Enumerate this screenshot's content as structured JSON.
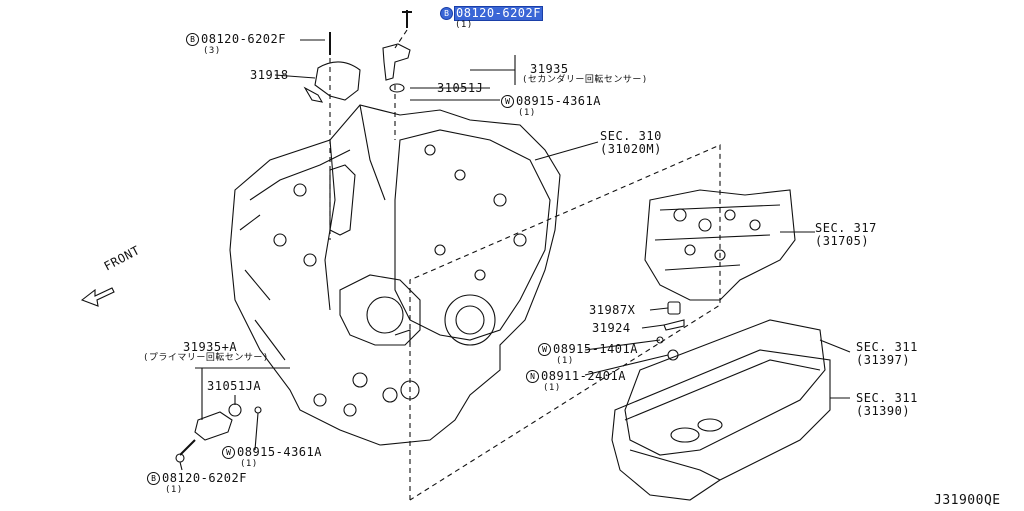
{
  "parts": {
    "bolt_top_highlight": {
      "prefix": "B",
      "number": "08120-6202F",
      "qty": "(1)"
    },
    "bolt_top_left": {
      "prefix": "B",
      "number": "08120-6202F",
      "qty": "(3)"
    },
    "p31918": "31918",
    "p31935": "31935",
    "p31935_desc": "(セカンダリー回転センサー)",
    "p31051J": "31051J",
    "washer_top": {
      "prefix": "W",
      "number": "08915-4361A",
      "qty": "(1)"
    },
    "sec310": "SEC. 310",
    "sec310_ref": "(31020M)",
    "sec317": "SEC. 317",
    "sec317_ref": "(31705)",
    "p31987X": "31987X",
    "p31924": "31924",
    "washer_mid": {
      "prefix": "W",
      "number": "08915-1401A",
      "qty": "(1)"
    },
    "nut_mid": {
      "prefix": "N",
      "number": "08911-2401A",
      "qty": "(1)"
    },
    "sec311a": "SEC. 311",
    "sec311a_ref": "(31397)",
    "sec311b": "SEC. 311",
    "sec311b_ref": "(31390)",
    "p31935A": "31935+A",
    "p31935A_desc": "(プライマリー回転センサー)",
    "p31051JA": "31051JA",
    "washer_bottom": {
      "prefix": "W",
      "number": "08915-4361A",
      "qty": "(1)"
    },
    "bolt_bottom": {
      "prefix": "B",
      "number": "08120-6202F",
      "qty": "(1)"
    },
    "front": "FRONT",
    "diagram_code": "J31900QE"
  },
  "colors": {
    "highlight": "#3a66d6",
    "line": "#111111"
  }
}
